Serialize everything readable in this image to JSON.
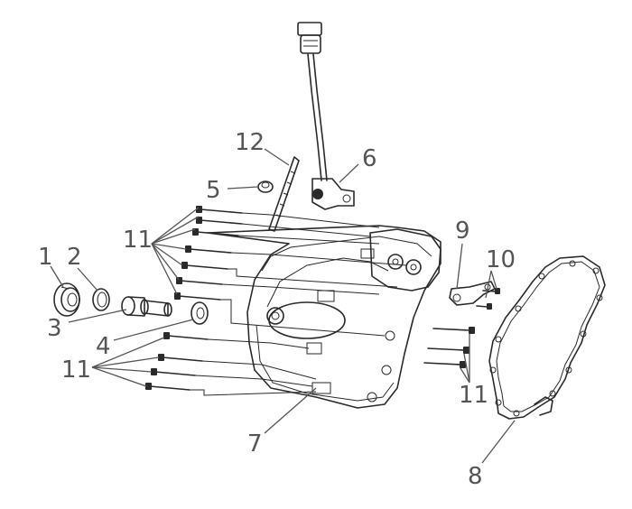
{
  "labels": {
    "p1": "1",
    "p2": "2",
    "p3": "3",
    "p4": "4",
    "p5": "5",
    "p6": "6",
    "p7": "7",
    "p8": "8",
    "p9": "9",
    "p10": "10",
    "p11_top": "11",
    "p11_left": "11",
    "p11_right": "11",
    "p12": "12"
  },
  "colors": {
    "line": "#2a2a2a",
    "label": "#555555",
    "background": "#ffffff"
  }
}
